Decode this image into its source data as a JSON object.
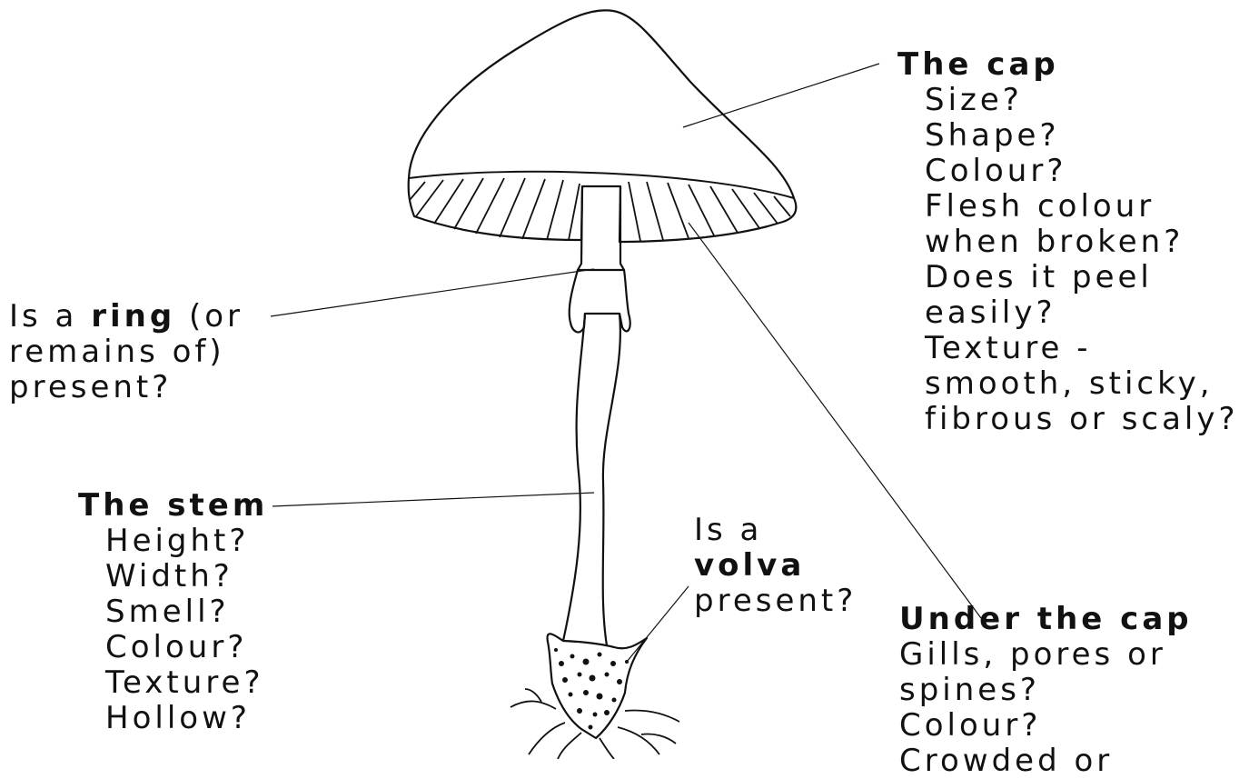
{
  "cap": {
    "heading": "The cap",
    "questions": [
      "Size?",
      "Shape?",
      "Colour?",
      "Flesh colour",
      "when broken?",
      "Does it peel",
      "easily?",
      "Texture -",
      "smooth, sticky,",
      "fibrous or scaly?"
    ]
  },
  "ring": {
    "pre": "Is a ",
    "bold": "ring",
    "post": " (or",
    "lines": [
      "remains of)",
      "present?"
    ]
  },
  "stem": {
    "heading": "The stem",
    "questions": [
      "Height?",
      "Width?",
      "Smell?",
      "Colour?",
      "Texture?",
      "Hollow?"
    ]
  },
  "volva": {
    "line1": "Is a",
    "bold": "volva",
    "line3": "present?"
  },
  "under_cap": {
    "heading": "Under the cap",
    "questions": [
      "Gills, pores or",
      "spines?",
      "Colour?",
      "Crowded or"
    ]
  }
}
